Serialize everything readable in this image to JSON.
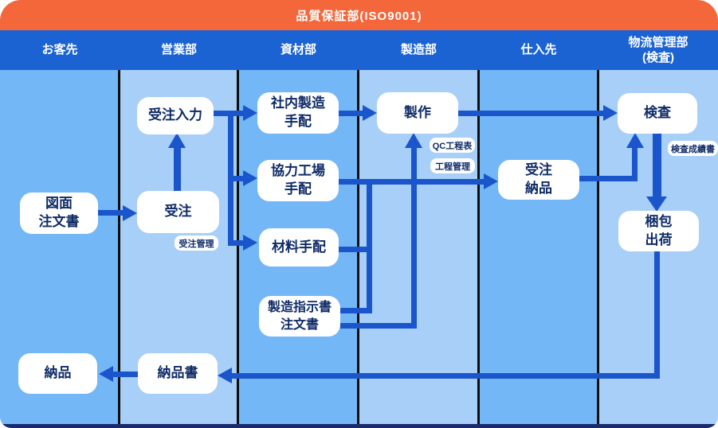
{
  "banner": {
    "title": "品質保証部(ISO9001)"
  },
  "header": {
    "columns": [
      "お客先",
      "営業部",
      "資材部",
      "製造部",
      "仕入先",
      "物流管理部\n(検査)"
    ]
  },
  "nodes": {
    "drawing_order": "図面\n注文書",
    "order_received": "受注",
    "order_entry": "受注入力",
    "inhouse_mfg_arrange": "社内製造\n手配",
    "partner_factory_arrange": "協力工場\n手配",
    "material_arrange": "材料手配",
    "mfg_instruction_order": "製造指示書\n注文書",
    "production": "製作",
    "order_delivery": "受注\n納品",
    "inspection": "検査",
    "packing_shipping": "梱包\n出荷",
    "delivery": "納品",
    "delivery_note": "納品書"
  },
  "pills": {
    "order_management": "受注管理",
    "qc_process_chart": "QC工程表",
    "process_management": "工程管理",
    "inspection_report": "検査成績書"
  },
  "colors": {
    "banner_orange": "#F3673B",
    "header_blue": "#1B63D3",
    "column_medium_blue": "#74B7F6",
    "column_light_blue": "#A8CFF7",
    "arrow_blue": "#1B55CC",
    "node_text_navy": "#0E2B67",
    "divider_black": "#0D0D0D",
    "footer_navy": "#1A2A6C"
  }
}
